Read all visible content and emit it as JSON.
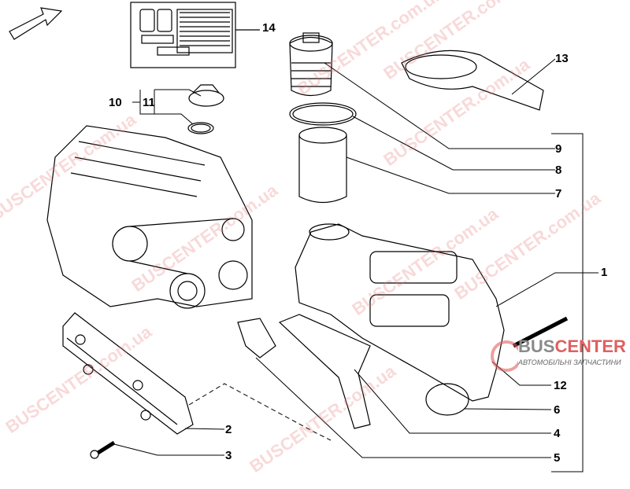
{
  "watermark": "BUSCENTER.com.ua",
  "logo": {
    "brand_a": "BUS",
    "brand_b": "CENTER",
    "tagline": "АВТОМОБІЛЬНІ ЗАПЧАСТИНИ"
  },
  "callouts": {
    "c1": "1",
    "c2": "2",
    "c3": "3",
    "c4": "4",
    "c5": "5",
    "c6": "6",
    "c7": "7",
    "c8": "8",
    "c9": "9",
    "c10": "10",
    "c11": "11",
    "c12": "12",
    "c13": "13",
    "c14": "14"
  },
  "colors": {
    "line": "#000000",
    "watermark": "#e67878",
    "logo_red": "#e06060",
    "logo_gray": "#8a8a8a"
  }
}
